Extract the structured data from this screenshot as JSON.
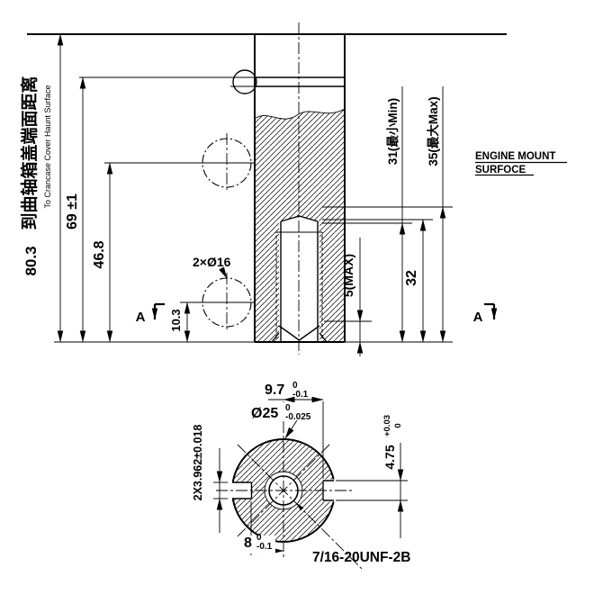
{
  "dims": {
    "d803": "80.3",
    "d803_cn": "到曲轴箱盖端面距离",
    "d803_en": "To Crancase Cover Haunt Surface",
    "d69": "69 ±1",
    "d468": "46.8",
    "d103": "10.3",
    "d2x16": "2×Ø16",
    "d31": "31(最小Min)",
    "d35": "35(最大Max)",
    "d32": "32",
    "d5": "5(MAX)",
    "d97": {
      "v": "9.7",
      "u": "0",
      "l": "-0.1"
    },
    "d25": {
      "v": "Ø25",
      "u": "0",
      "l": "-0.025"
    },
    "d475": {
      "v": "4.75",
      "u": "+0.03",
      "l": "0"
    },
    "d3962": "2X3.962±0.018",
    "d8": {
      "v": "8",
      "u": "0",
      "l": "-0.1"
    },
    "thread": "7/16-20UNF-2B"
  },
  "labels": {
    "engine_mount_1": "ENGINE MOUNT",
    "engine_mount_2": "SURFOCE",
    "section_a": "A"
  }
}
